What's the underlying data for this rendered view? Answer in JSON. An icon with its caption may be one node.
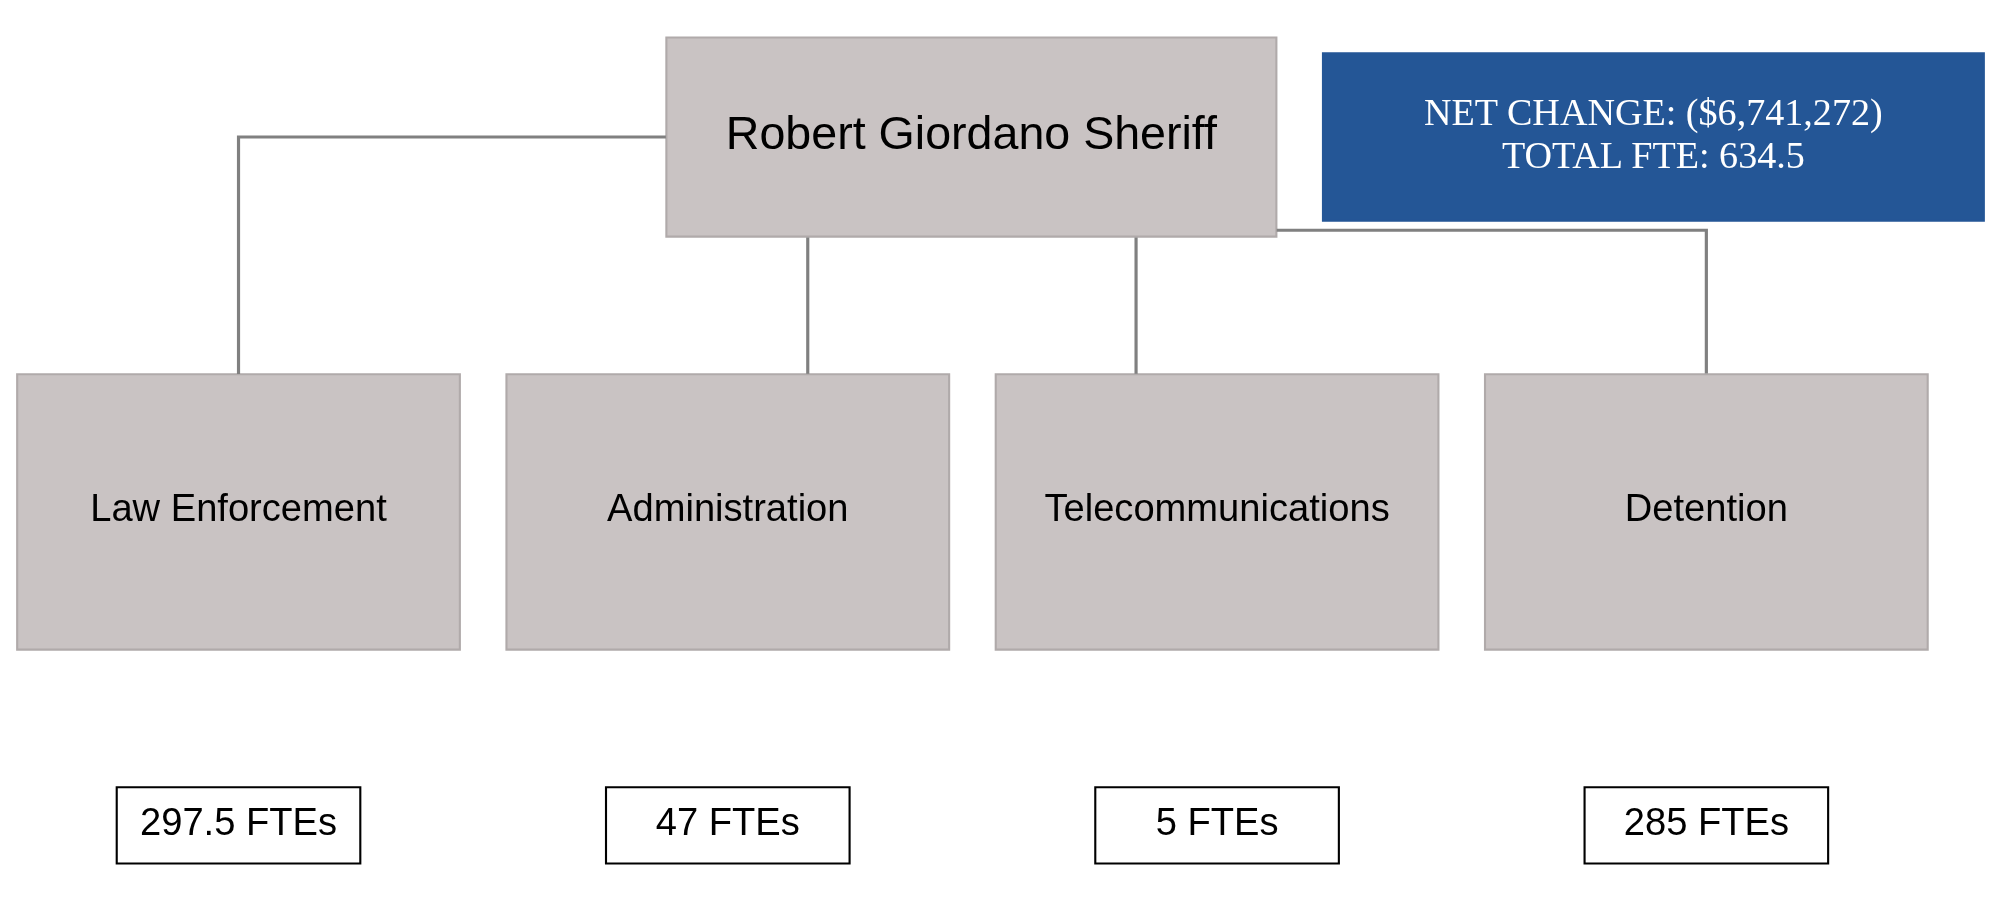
{
  "diagram": {
    "nodes": [
      {
        "text": [
          "Robert Giordano Sheriff"
        ]
      },
      {
        "text": [
          "Law Enforcement"
        ]
      },
      {
        "text": [
          "Administration"
        ]
      },
      {
        "text": [
          "Telecommunications"
        ]
      },
      {
        "text": [
          "Detention"
        ]
      },
      {
        "text": [
          "NET CHANGE: ($6,741,272)",
          "TOTAL FTE: 634.5"
        ]
      },
      {
        "text": [
          "297.5 FTEs"
        ]
      },
      {
        "text": [
          "47 FTEs"
        ]
      },
      {
        "text": [
          "5 FTEs"
        ]
      },
      {
        "text": [
          "285 FTEs"
        ]
      }
    ],
    "edges": [
      {
        "from": 0,
        "to": 1,
        "arrow": "none"
      },
      {
        "from": 0,
        "to": 2,
        "arrow": "none"
      },
      {
        "from": 0,
        "to": 3,
        "arrow": "none"
      },
      {
        "from": 0,
        "to": 4,
        "arrow": "none"
      }
    ]
  }
}
